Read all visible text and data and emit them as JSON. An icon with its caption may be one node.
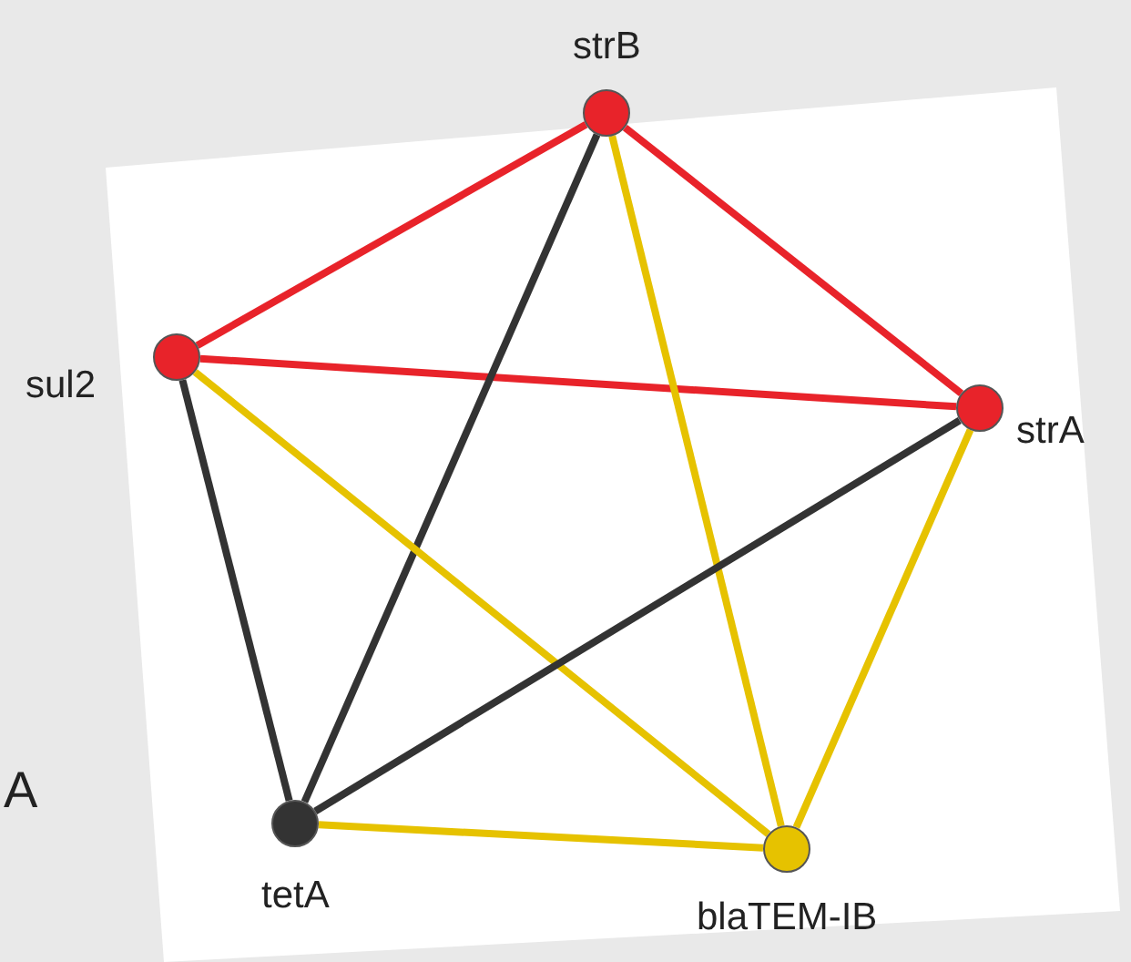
{
  "diagram": {
    "nodes": [
      {
        "text": [],
        "shape": "circle",
        "beside": [
          "strB"
        ]
      },
      {
        "text": [],
        "shape": "circle",
        "beside": [
          "sul2"
        ]
      },
      {
        "text": [],
        "shape": "circle",
        "beside": [
          "strA"
        ]
      },
      {
        "text": [],
        "shape": "circle",
        "beside": [
          "tetA"
        ]
      },
      {
        "text": [],
        "shape": "circle",
        "beside": [
          "blaTEM-IB"
        ]
      }
    ],
    "edges": [
      {
        "from": 0,
        "to": 1,
        "arrow": "none",
        "color": "#e8232a"
      },
      {
        "from": 0,
        "to": 2,
        "arrow": "none",
        "color": "#e8232a"
      },
      {
        "from": 1,
        "to": 2,
        "arrow": "none",
        "color": "#e8232a"
      },
      {
        "from": 0,
        "to": 3,
        "arrow": "none",
        "color": "#333333"
      },
      {
        "from": 0,
        "to": 4,
        "arrow": "none"
      },
      {
        "from": 1,
        "to": 3,
        "arrow": "none",
        "color": "#333333"
      },
      {
        "from": 1,
        "to": 4,
        "arrow": "none"
      },
      {
        "from": 2,
        "to": 3,
        "arrow": "none",
        "color": "#333333"
      },
      {
        "from": 2,
        "to": 4,
        "arrow": "none"
      },
      {
        "from": 3,
        "to": 4,
        "arrow": "none"
      }
    ],
    "labels": [
      "A"
    ]
  }
}
